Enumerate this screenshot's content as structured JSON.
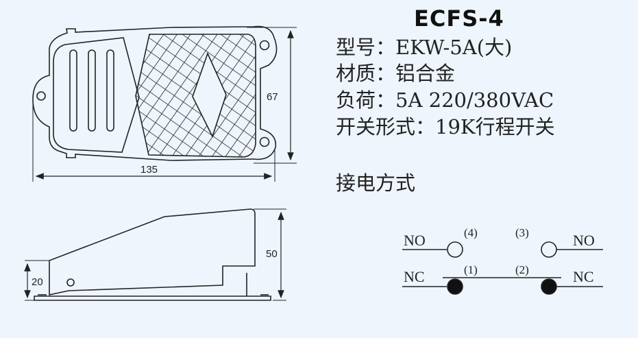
{
  "title": "ECFS-4",
  "specs": [
    "型号：EKW-5A(大)",
    "材质：铝合金",
    "负荷：5A 220/380VAC",
    "开关形式：19K行程开关"
  ],
  "wiring_heading": "接电方式",
  "dimensions": {
    "length": "135",
    "width": "67",
    "height": "50",
    "front_height": "20"
  },
  "wiring": {
    "no_left": "NO",
    "no_right": "NO",
    "nc_left": "NC",
    "nc_right": "NC",
    "p4": "(4)",
    "p3": "(3)",
    "p1": "(1)",
    "p2": "(2)"
  }
}
